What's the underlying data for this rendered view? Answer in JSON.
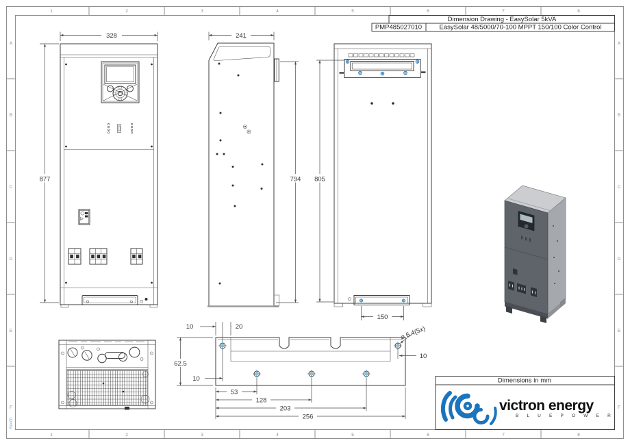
{
  "title_block": {
    "title": "Dimension Drawing - EasySolar 5kVA",
    "part_number": "PMP485027010",
    "description": "EasySolar 48/5000/70-100 MPPT 150/100 Color Control"
  },
  "footer_block": {
    "units_label": "Dimensions in mm",
    "brand": "victron energy",
    "tagline": "B L U E   P O W E R"
  },
  "grid": {
    "cols": [
      "1",
      "2",
      "3",
      "4",
      "5",
      "6",
      "7",
      "8"
    ],
    "rows": [
      "A",
      "B",
      "C",
      "D",
      "E",
      "F"
    ],
    "rev": "Rev00"
  },
  "dimensions": {
    "front_width": "328",
    "front_height": "877",
    "side_depth": "241",
    "side_height": "794",
    "rear_height": "805",
    "rear_bracket_width": "150",
    "bracket_hole_top_offset": "10",
    "bracket_lip": "20",
    "bracket_height": "62.5",
    "bracket_hole_left_offset": "10",
    "bracket_hole1": "53",
    "bracket_hole2": "128",
    "bracket_hole3": "203",
    "bracket_width": "256",
    "bracket_hole_dia": "⌀ 6.4(5x)",
    "bracket_hole_right_offset": "10"
  },
  "colors": {
    "brand_blue": "#1c74bc",
    "screw_blue": "#2d6ca8",
    "crosshair_blue": "#35a0d4",
    "line": "#3e3e3e"
  }
}
